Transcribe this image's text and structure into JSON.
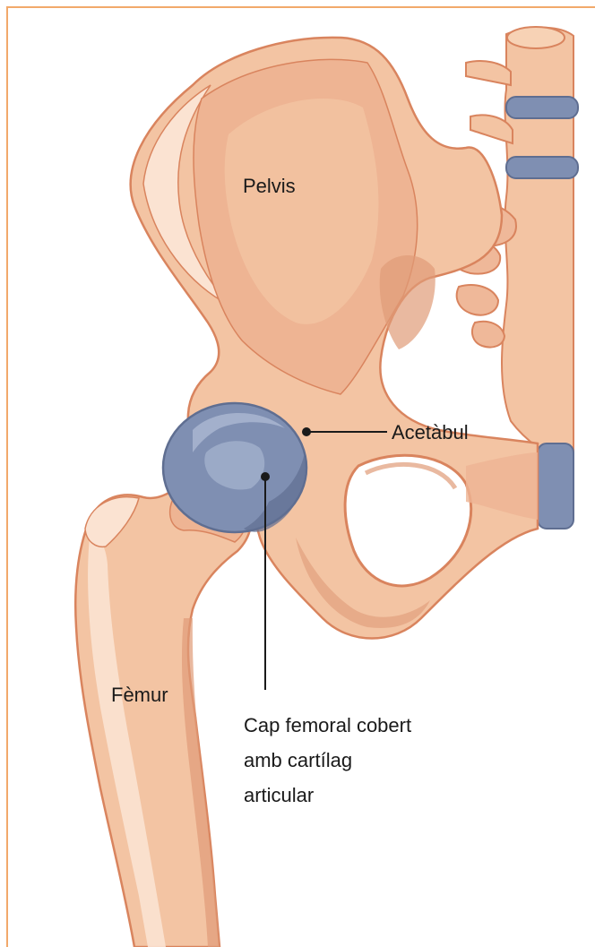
{
  "labels": {
    "pelvis": "Pelvis",
    "acetabulum": "Acetàbul",
    "femur": "Fèmur",
    "femoral_head_line1": "Cap femoral cobert",
    "femoral_head_line2": "amb cartílag",
    "femoral_head_line3": "articular"
  },
  "colors": {
    "frame": "#f2a96b",
    "bone_light": "#f7d2b5",
    "bone_mid": "#eeb493",
    "bone_dark": "#e09b78",
    "bone_outline": "#d9845e",
    "cartilage": "#7f8fb2",
    "cartilage_dark": "#5f6e91",
    "cartilage_light": "#a3b0cc",
    "leader": "#1a1a1a"
  }
}
